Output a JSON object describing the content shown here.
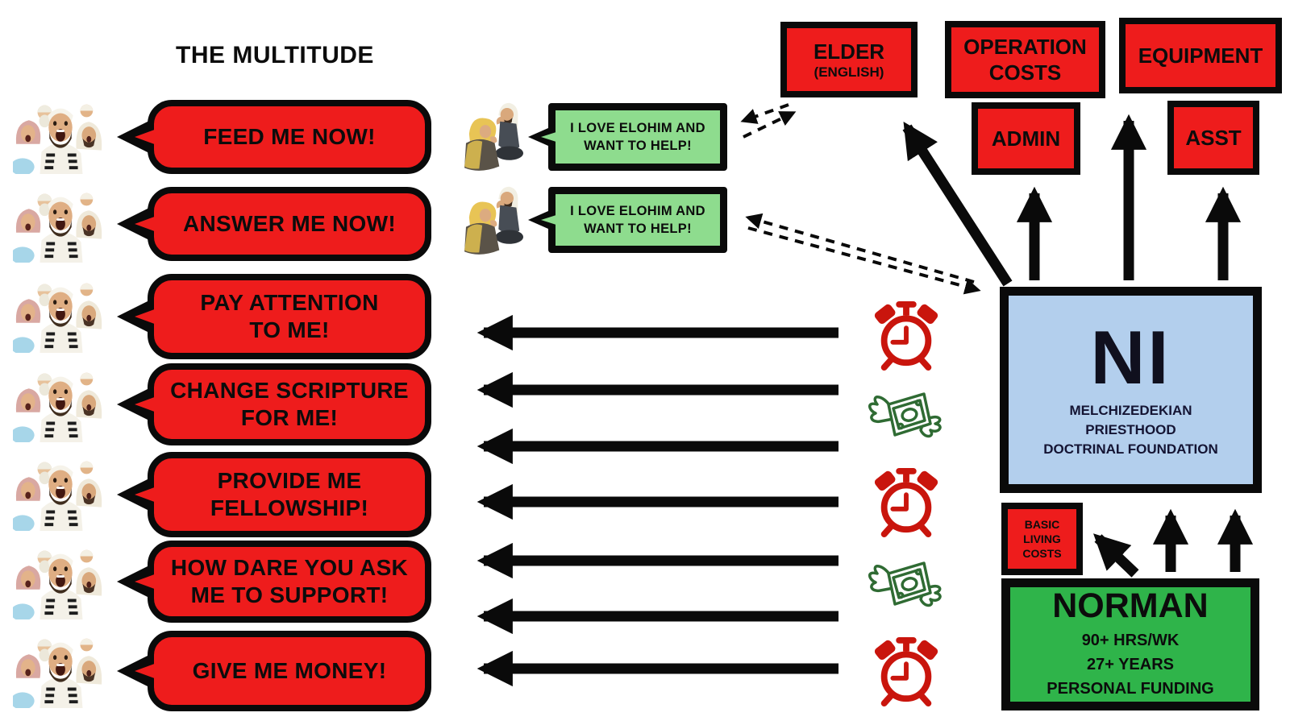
{
  "title": "THE MULTITUDE",
  "multitude": {
    "demands": [
      [
        "FEED ME NOW!"
      ],
      [
        "ANSWER ME NOW!"
      ],
      [
        "PAY ATTENTION",
        "TO ME!"
      ],
      [
        "CHANGE SCRIPTURE",
        "FOR ME!"
      ],
      [
        "PROVIDE ME",
        "FELLOWSHIP!"
      ],
      [
        "HOW DARE YOU ASK",
        "ME TO SUPPORT!"
      ],
      [
        "GIVE ME MONEY!"
      ]
    ]
  },
  "helpers": {
    "messages": [
      [
        "I LOVE ELOHIM AND",
        "WANT TO HELP!"
      ],
      [
        "I LOVE ELOHIM AND",
        "WANT TO HELP!"
      ]
    ]
  },
  "org": {
    "elder_title": "ELDER",
    "elder_subtitle": "(ENGLISH)",
    "operation_costs": [
      "OPERATION",
      "COSTS"
    ],
    "equipment": "EQUIPMENT",
    "admin": "ADMIN",
    "asst": "ASST",
    "basic_living_costs": [
      "BASIC",
      "LIVING",
      "COSTS"
    ]
  },
  "ni": {
    "abbr": "NI",
    "subtitle": [
      "MELCHIZEDEKIAN",
      "PRIESTHOOD",
      "DOCTRINAL FOUNDATION"
    ]
  },
  "norman": {
    "name": "NORMAN",
    "details": [
      "90+ HRS/WK",
      "27+ YEARS",
      "PERSONAL FUNDING"
    ]
  },
  "support_icons": [
    "alarm-clock-icon",
    "flying-money-icon",
    "alarm-clock-icon",
    "flying-money-icon",
    "alarm-clock-icon"
  ],
  "colors": {
    "demand_red": "#ee1c1c",
    "helper_green": "#8edc8e",
    "foundation_blue": "#b3cfed",
    "norman_green": "#2fb44a",
    "outline_black": "#0a0a0a",
    "clock_red": "#c9150d",
    "money_green": "#2f6b33"
  }
}
